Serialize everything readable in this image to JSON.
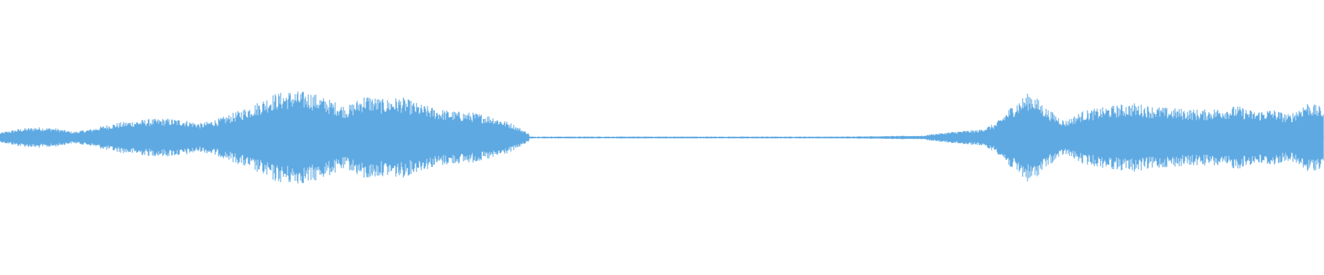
{
  "waveform": {
    "color": "#5ea9e2",
    "background": "#ffffff",
    "segments": [
      {
        "name": "audio-segment-1",
        "start": 0.0,
        "end": 0.4,
        "envelope": [
          0.1,
          0.18,
          0.22,
          0.2,
          0.12,
          0.18,
          0.28,
          0.34,
          0.38,
          0.4,
          0.38,
          0.3,
          0.4,
          0.55,
          0.72,
          0.92,
          0.98,
          0.95,
          0.8,
          0.65,
          0.9,
          0.8,
          0.85,
          0.7,
          0.6,
          0.55,
          0.52,
          0.45,
          0.3,
          0.08
        ]
      },
      {
        "name": "audio-silence",
        "start": 0.4,
        "end": 0.7,
        "envelope": [
          0.02,
          0.02,
          0.02,
          0.02,
          0.02,
          0.02,
          0.02,
          0.02,
          0.03,
          0.04
        ]
      },
      {
        "name": "audio-segment-2",
        "start": 0.7,
        "end": 1.0,
        "envelope": [
          0.06,
          0.1,
          0.14,
          0.16,
          0.3,
          0.7,
          0.96,
          0.6,
          0.35,
          0.55,
          0.62,
          0.68,
          0.72,
          0.66,
          0.62,
          0.6,
          0.58,
          0.62,
          0.66,
          0.55,
          0.6,
          0.48,
          0.75,
          0.62
        ]
      }
    ]
  }
}
